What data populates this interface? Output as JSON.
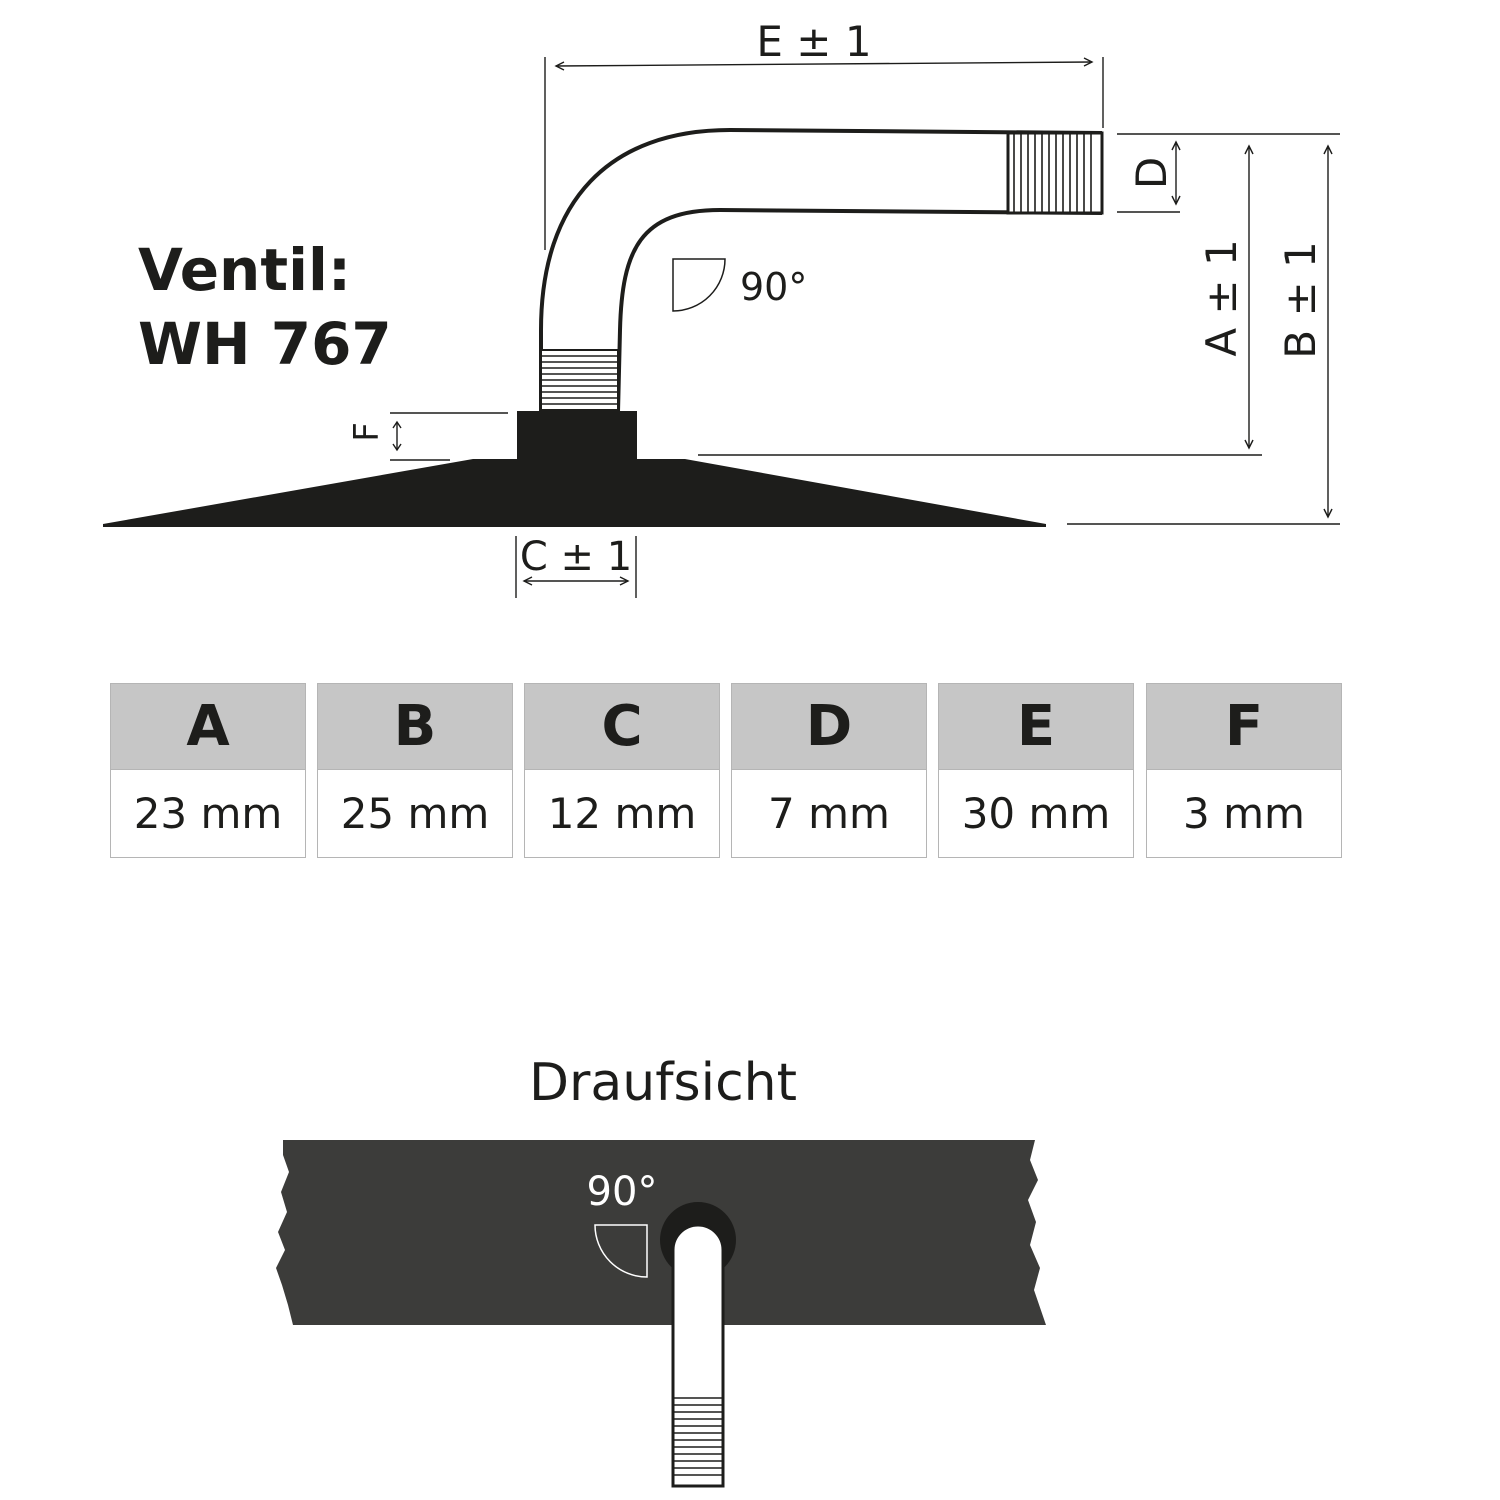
{
  "heading": {
    "line1": "Ventil:",
    "line2": "WH 767"
  },
  "side_view": {
    "dim_e": "E ± 1",
    "dim_d": "D",
    "dim_a": "A ± 1",
    "dim_b": "B ± 1",
    "dim_c": "C ± 1",
    "dim_f": "F",
    "angle": "90°"
  },
  "table": {
    "headers": [
      "A",
      "B",
      "C",
      "D",
      "E",
      "F"
    ],
    "values": [
      "23 mm",
      "25 mm",
      "12 mm",
      "7 mm",
      "30 mm",
      "3 mm"
    ]
  },
  "top_view": {
    "title": "Draufsicht",
    "angle": "90°"
  },
  "colors": {
    "ink": "#1d1d1b",
    "tube_dark": "#3c3c3a",
    "table_header": "#c6c6c6",
    "table_border": "#b5b5b5"
  }
}
